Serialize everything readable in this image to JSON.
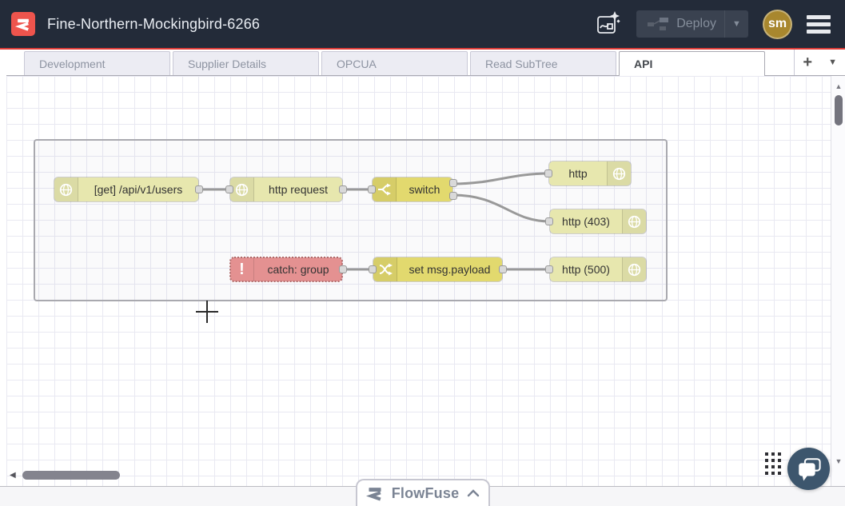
{
  "header": {
    "title": "Fine-Northern-Mockingbird-6266",
    "deploy_label": "Deploy",
    "avatar_initials": "sm"
  },
  "colors": {
    "header_bg": "#232b39",
    "accent_red": "#e13c38",
    "logo_red": "#ee544d",
    "node_http": "#e7e7ae",
    "node_function_yellow": "#e2d96e",
    "node_catch": "#e49191",
    "wire_grey": "#999999",
    "chat_bubble_bg": "#3d566d",
    "avatar_gold": "#a8872e"
  },
  "tabs": {
    "items": [
      {
        "label": "Development",
        "active": false
      },
      {
        "label": "Supplier Details",
        "active": false
      },
      {
        "label": "OPCUA",
        "active": false
      },
      {
        "label": "Read SubTree",
        "active": false
      },
      {
        "label": "API",
        "active": true
      }
    ],
    "add_button": "+"
  },
  "flow": {
    "nodes": [
      {
        "label": "[get] /api/v1/users",
        "type": "http in",
        "icon": "globe-icon"
      },
      {
        "label": "http request",
        "type": "http request",
        "icon": "globe-icon"
      },
      {
        "label": "switch",
        "type": "switch",
        "icon": "switch-icon"
      },
      {
        "label": "http",
        "type": "http response",
        "icon": "globe-icon"
      },
      {
        "label": "http (403)",
        "type": "http response",
        "icon": "globe-icon"
      },
      {
        "label": "catch: group",
        "type": "catch",
        "icon": "exclamation-icon"
      },
      {
        "label": "set msg.payload",
        "type": "change",
        "icon": "change-icon"
      },
      {
        "label": "http (500)",
        "type": "http response",
        "icon": "globe-icon"
      }
    ]
  },
  "banner": {
    "label": "FlowFuse"
  },
  "statusbar": {
    "zoom_out": "−",
    "zoom_reset": "○",
    "zoom_in": "+"
  }
}
